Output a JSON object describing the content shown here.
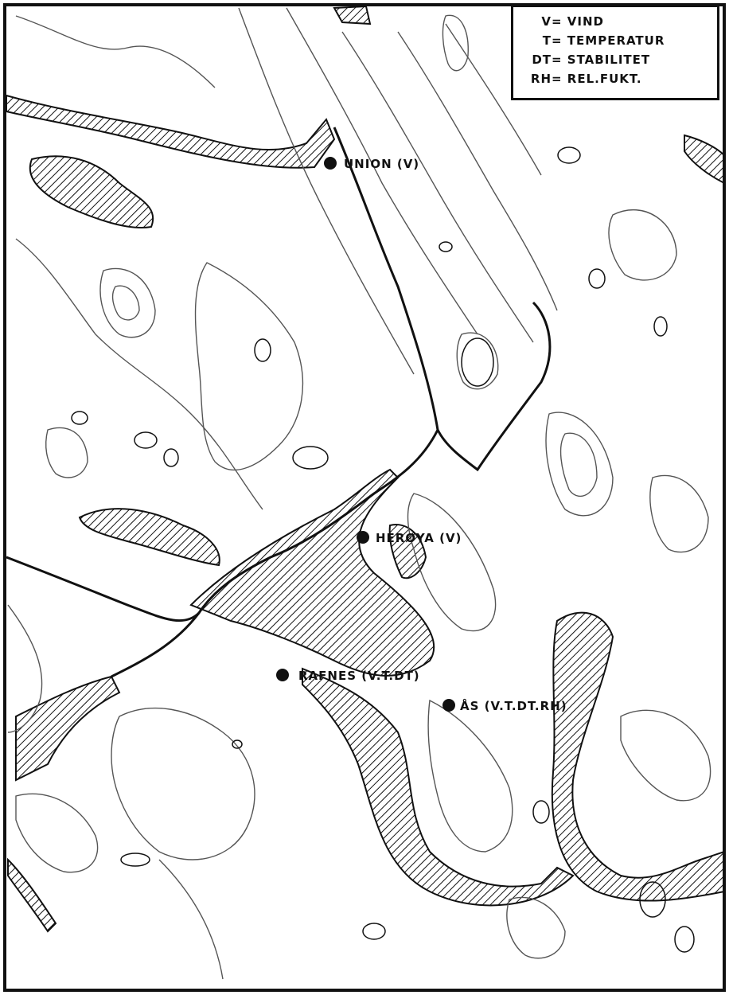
{
  "legend": {
    "items": [
      {
        "key": "V",
        "label": "VIND"
      },
      {
        "key": "T",
        "label": "TEMPERATUR"
      },
      {
        "key": "DT",
        "label": "STABILITET"
      },
      {
        "key": "RH",
        "label": "REL.FUKT."
      }
    ]
  },
  "stations": [
    {
      "name": "UNION (V)"
    },
    {
      "name": "HERØYA (V)"
    },
    {
      "name": "RAFNES (V.T.DT)"
    },
    {
      "name": "ÅS (V.T.DT.RH)"
    }
  ],
  "colors": {
    "ink": "#111111",
    "paper": "#ffffff",
    "contour": "#777777"
  }
}
